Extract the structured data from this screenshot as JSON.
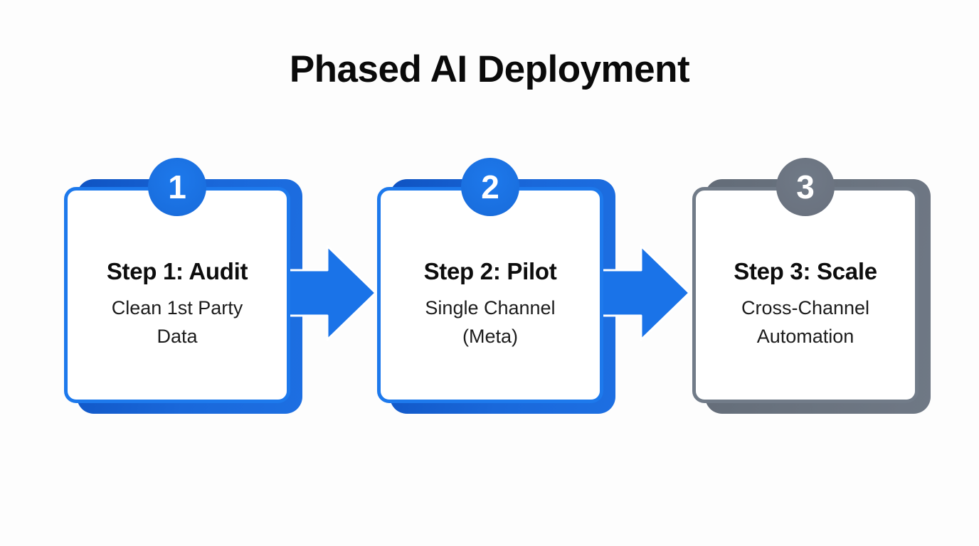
{
  "title": "Phased AI Deployment",
  "colors": {
    "background": "#fdfdfd",
    "title_text": "#0a0a0a",
    "accent_blue": "#1a73e8",
    "shadow_blue": "#1257c9",
    "accent_gray": "#6b7380",
    "shadow_gray": "#68707d",
    "card_background": "#ffffff",
    "badge_number_text": "#ffffff",
    "arrow_fill": "#1a73e8"
  },
  "steps": [
    {
      "number": "1",
      "heading": "Step 1: Audit",
      "description": "Clean 1st Party Data",
      "theme": "blue"
    },
    {
      "number": "2",
      "heading": "Step 2: Pilot",
      "description": "Single Channel (Meta)",
      "theme": "blue"
    },
    {
      "number": "3",
      "heading": "Step 3: Scale",
      "description": "Cross-Channel Automation",
      "theme": "gray"
    }
  ],
  "connectors": [
    {
      "type": "arrow-right",
      "from": "Step 1: Audit",
      "to": "Step 2: Pilot"
    },
    {
      "type": "arrow-right",
      "from": "Step 2: Pilot",
      "to": "Step 3: Scale"
    }
  ]
}
